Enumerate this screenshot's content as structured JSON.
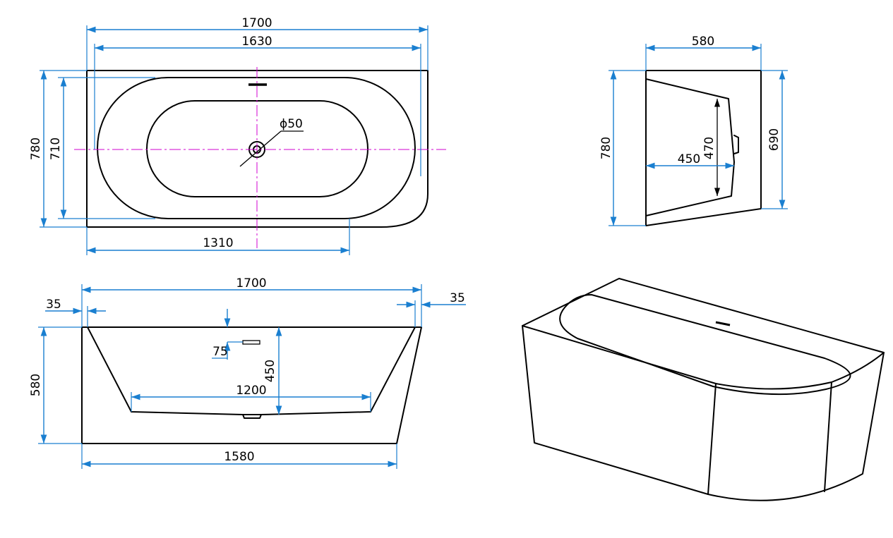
{
  "top_view": {
    "overall_length": "1700",
    "inner_length": "1630",
    "overall_width": "780",
    "inner_width": "710",
    "drain_offset": "1310",
    "drain_diameter": "ϕ50"
  },
  "end_view": {
    "depth": "580",
    "height_left": "780",
    "height_right": "690",
    "inner_height": "470",
    "inner_depth": "450"
  },
  "front_view": {
    "overall_length": "1700",
    "left_edge": "35",
    "right_edge": "35",
    "overall_height": "580",
    "overflow_offset": "75",
    "inner_depth": "450",
    "bottom_length_inner": "1200",
    "base_length": "1580"
  },
  "colors": {
    "dimension": "#1a7fd0",
    "centerline": "#d000d0",
    "outline": "#000000"
  }
}
